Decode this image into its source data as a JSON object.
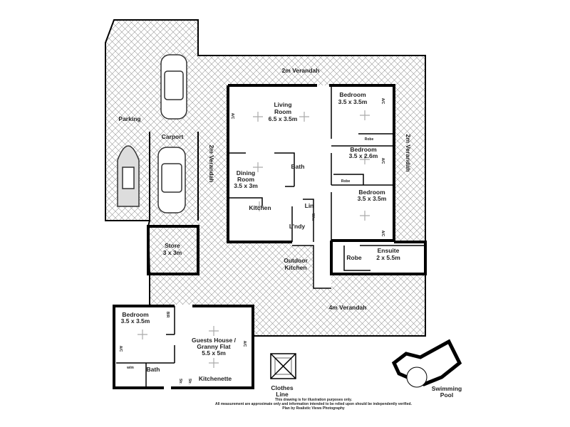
{
  "labels": {
    "verandah_top": "2m Verandah",
    "verandah_left": "2m Verandah",
    "verandah_right": "2m Verandah",
    "verandah_bottom": "4m Verandah",
    "parking": "Parking",
    "carport": "Carport",
    "store": [
      "Store",
      "3 x 3m"
    ],
    "living": [
      "Living",
      "Room",
      "6.5 x 3.5m"
    ],
    "dining": [
      "Dining",
      "Room",
      "3.5 x 3m"
    ],
    "kitchen": "Kitchen",
    "bath": "Bath",
    "lin": "Lin",
    "wm": "W/m",
    "laundry": "L'ndy",
    "outdoor_kitchen": [
      "Outdoor",
      "Kitchen"
    ],
    "bed1": [
      "Bedroom",
      "3.5 x 3.5m"
    ],
    "bed2": [
      "Bedroom",
      "3.5 x 2.6m"
    ],
    "bed3": [
      "Bedroom",
      "3.5 x 3.5m"
    ],
    "robe": "Robe",
    "ensuite": [
      "Ensuite",
      "2 x 5.5m"
    ],
    "guest_bed": [
      "Bedroom",
      "3.5 x 3.5m"
    ],
    "bir": "BIR",
    "guest": [
      "Guests House /",
      "Granny Flat",
      "5.5 x 5m"
    ],
    "guest_bath": "Bath",
    "guest_wm": "w/m",
    "kitchenette": "Kitchenette",
    "str": "Str.",
    "ac": "A/C",
    "clothes_line": [
      "Clothes",
      "Line"
    ],
    "pool": [
      "Swimming",
      "Pool"
    ]
  },
  "disclaimer": [
    "This drawing is for illustration purposes only.",
    "All measurement are approximate only and information intended to be relied upon should be independently verified.",
    "Plan by Realistic Views Photography"
  ]
}
